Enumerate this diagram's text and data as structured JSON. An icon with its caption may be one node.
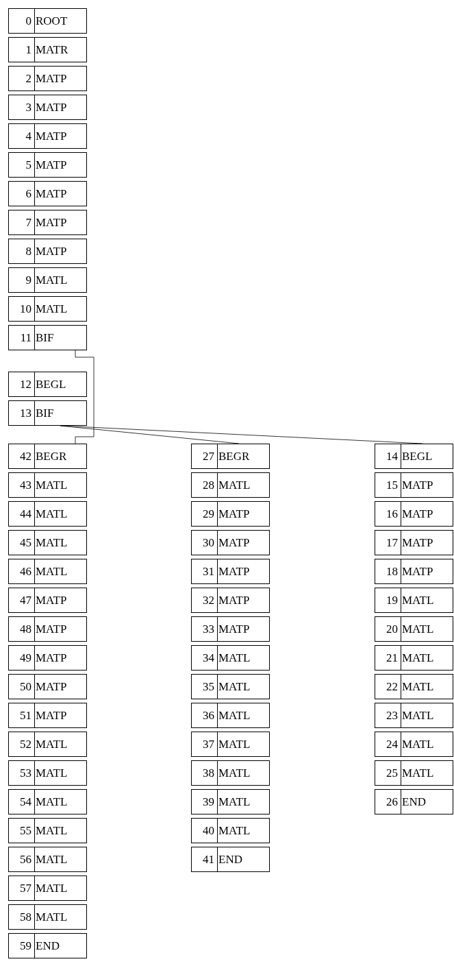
{
  "diagram": {
    "nodes": [
      {
        "text": [
          "0",
          "ROOT"
        ]
      },
      {
        "text": [
          "1",
          "MATR"
        ]
      },
      {
        "text": [
          "2",
          "MATP"
        ]
      },
      {
        "text": [
          "3",
          "MATP"
        ]
      },
      {
        "text": [
          "4",
          "MATP"
        ]
      },
      {
        "text": [
          "5",
          "MATP"
        ]
      },
      {
        "text": [
          "6",
          "MATP"
        ]
      },
      {
        "text": [
          "7",
          "MATP"
        ]
      },
      {
        "text": [
          "8",
          "MATP"
        ]
      },
      {
        "text": [
          "9",
          "MATL"
        ]
      },
      {
        "text": [
          "10",
          "MATL"
        ]
      },
      {
        "text": [
          "11",
          "BIF"
        ]
      },
      {
        "text": [
          "12",
          "BEGL"
        ]
      },
      {
        "text": [
          "13",
          "BIF"
        ]
      },
      {
        "text": [
          "14",
          "BEGL"
        ]
      },
      {
        "text": [
          "15",
          "MATP"
        ]
      },
      {
        "text": [
          "16",
          "MATP"
        ]
      },
      {
        "text": [
          "17",
          "MATP"
        ]
      },
      {
        "text": [
          "18",
          "MATP"
        ]
      },
      {
        "text": [
          "19",
          "MATL"
        ]
      },
      {
        "text": [
          "20",
          "MATL"
        ]
      },
      {
        "text": [
          "21",
          "MATL"
        ]
      },
      {
        "text": [
          "22",
          "MATL"
        ]
      },
      {
        "text": [
          "23",
          "MATL"
        ]
      },
      {
        "text": [
          "24",
          "MATL"
        ]
      },
      {
        "text": [
          "25",
          "MATL"
        ]
      },
      {
        "text": [
          "26",
          "END"
        ]
      },
      {
        "text": [
          "27",
          "BEGR"
        ]
      },
      {
        "text": [
          "28",
          "MATL"
        ]
      },
      {
        "text": [
          "29",
          "MATP"
        ]
      },
      {
        "text": [
          "30",
          "MATP"
        ]
      },
      {
        "text": [
          "31",
          "MATP"
        ]
      },
      {
        "text": [
          "32",
          "MATP"
        ]
      },
      {
        "text": [
          "33",
          "MATP"
        ]
      },
      {
        "text": [
          "34",
          "MATL"
        ]
      },
      {
        "text": [
          "35",
          "MATL"
        ]
      },
      {
        "text": [
          "36",
          "MATL"
        ]
      },
      {
        "text": [
          "37",
          "MATL"
        ]
      },
      {
        "text": [
          "38",
          "MATL"
        ]
      },
      {
        "text": [
          "39",
          "MATL"
        ]
      },
      {
        "text": [
          "40",
          "MATL"
        ]
      },
      {
        "text": [
          "41",
          "END"
        ]
      },
      {
        "text": [
          "42",
          "BEGR"
        ]
      },
      {
        "text": [
          "43",
          "MATL"
        ]
      },
      {
        "text": [
          "44",
          "MATL"
        ]
      },
      {
        "text": [
          "45",
          "MATL"
        ]
      },
      {
        "text": [
          "46",
          "MATL"
        ]
      },
      {
        "text": [
          "47",
          "MATP"
        ]
      },
      {
        "text": [
          "48",
          "MATP"
        ]
      },
      {
        "text": [
          "49",
          "MATP"
        ]
      },
      {
        "text": [
          "50",
          "MATP"
        ]
      },
      {
        "text": [
          "51",
          "MATP"
        ]
      },
      {
        "text": [
          "52",
          "MATL"
        ]
      },
      {
        "text": [
          "53",
          "MATL"
        ]
      },
      {
        "text": [
          "54",
          "MATL"
        ]
      },
      {
        "text": [
          "55",
          "MATL"
        ]
      },
      {
        "text": [
          "56",
          "MATL"
        ]
      },
      {
        "text": [
          "57",
          "MATL"
        ]
      },
      {
        "text": [
          "58",
          "MATL"
        ]
      },
      {
        "text": [
          "59",
          "END"
        ]
      }
    ],
    "edges": [
      {
        "from": 11,
        "to": 42,
        "arrow": "none"
      },
      {
        "from": 13,
        "to": 27,
        "arrow": "none"
      },
      {
        "from": 13,
        "to": 14,
        "arrow": "none"
      }
    ]
  }
}
